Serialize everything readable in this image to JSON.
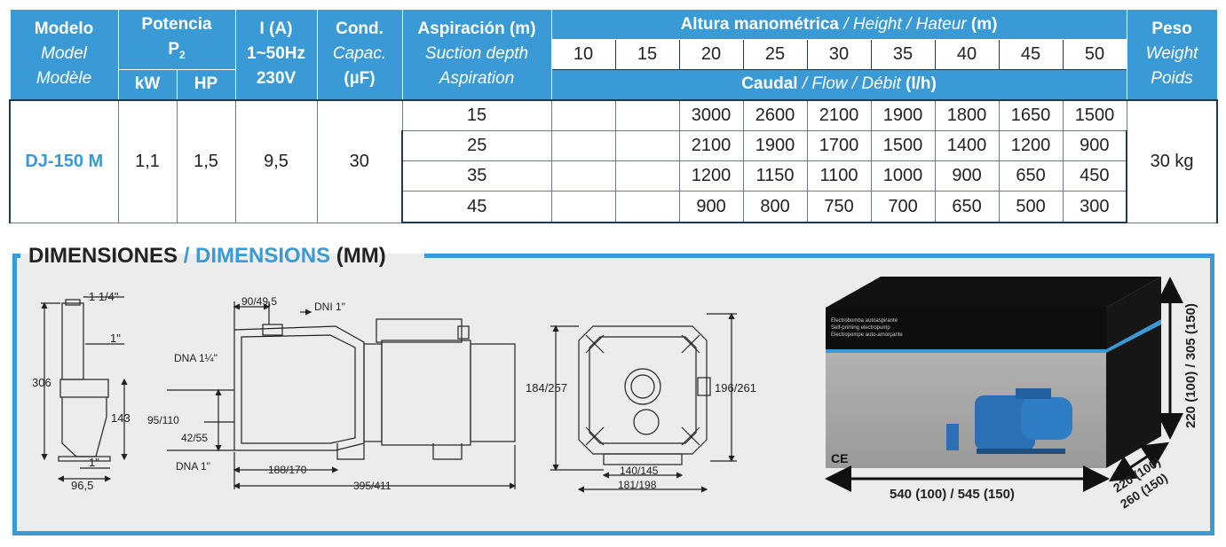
{
  "table": {
    "headers": {
      "model": [
        "Modelo",
        "Model",
        "Modèle"
      ],
      "power": [
        "Potencia",
        "P",
        "2"
      ],
      "power_units": [
        "kW",
        "HP"
      ],
      "current": [
        "I (A)",
        "1~50Hz",
        "230V"
      ],
      "capacitor": [
        "Cond.",
        "Capac.",
        "(µF)"
      ],
      "suction": [
        "Aspiración (m)",
        "Suction depth",
        "Aspiration"
      ],
      "height_title": {
        "es": "Altura manométrica",
        "sep1": " / ",
        "en": "Height",
        "sep2": " / ",
        "fr": "Hateur",
        "unit": " (m)"
      },
      "heights": [
        "10",
        "15",
        "20",
        "25",
        "30",
        "35",
        "40",
        "45",
        "50"
      ],
      "flow_title": {
        "es": "Caudal",
        "sep1": " / ",
        "en": "Flow",
        "sep2": " / ",
        "fr": "Débit",
        "unit": " (l/h)"
      },
      "weight": [
        "Peso",
        "Weight",
        "Poids"
      ]
    },
    "row": {
      "model": "DJ-150 M",
      "kw": "1,1",
      "hp": "1,5",
      "current": "9,5",
      "capacitor": "30",
      "weight": "30 kg"
    },
    "flow_rows": [
      {
        "suction": "15",
        "values": [
          "",
          "",
          "3000",
          "2600",
          "2100",
          "1900",
          "1800",
          "1650",
          "1500"
        ]
      },
      {
        "suction": "25",
        "values": [
          "",
          "",
          "2100",
          "1900",
          "1700",
          "1500",
          "1400",
          "1200",
          "900"
        ]
      },
      {
        "suction": "35",
        "values": [
          "",
          "",
          "1200",
          "1150",
          "1100",
          "1000",
          "900",
          "650",
          "450"
        ]
      },
      {
        "suction": "45",
        "values": [
          "",
          "",
          "900",
          "800",
          "750",
          "700",
          "650",
          "500",
          "300"
        ]
      }
    ]
  },
  "dimensions": {
    "title_es": "DIMENSIONES",
    "separator": " / ",
    "title_en": "DIMENSIONS",
    "unit": " (MM)",
    "side_view": {
      "top": "1 1/4\"",
      "mid": "1\"",
      "h_total": "306",
      "h_base": "143",
      "bottom": "1\"",
      "width": "96,5"
    },
    "front_view": {
      "d1": "90/49,5",
      "d2": "DNI 1\"",
      "d3": "DNA 1¼\"",
      "d4": "95/110",
      "d5": "42/55",
      "d6": "DNA 1\"",
      "d7": "188/170",
      "d8": "395/411"
    },
    "end_view": {
      "h_left": "184/257",
      "h_right": "196/261",
      "w_inner": "140/145",
      "w_outer": "181/198"
    },
    "box": {
      "lines": [
        "Electrobomba autoaspirante",
        "Self-priming electropump",
        "Electropompe auto-amorçante"
      ],
      "ce": "CE",
      "height": "220 (100) / 305 (150)",
      "length": "540 (100) / 545 (150)",
      "depth1": "220 (100)",
      "depth2": "260 (150)"
    }
  },
  "colors": {
    "accent": "#3a9ad6",
    "dark": "#1d3a4f",
    "panel_bg": "#ececec"
  }
}
